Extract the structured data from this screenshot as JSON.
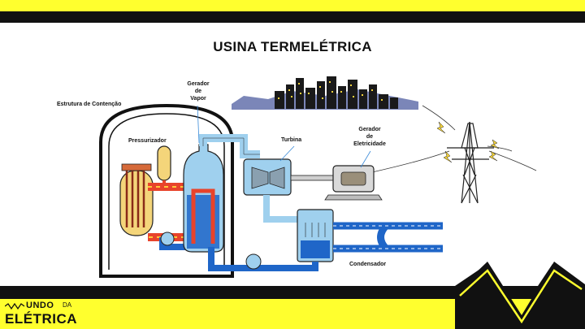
{
  "title": "USINA TERMELÉTRICA",
  "labels": {
    "containment": "Estrutura  de Contenção",
    "pressurizer": "Pressurizador",
    "steam_generator": [
      "Gerador",
      "de",
      "Vapor"
    ],
    "turbine": "Turbina",
    "generator": [
      "Gerador",
      "de",
      "Eletricidade"
    ],
    "condenser": "Condensador"
  },
  "logo": {
    "line1": "UNDO",
    "line1_small": "DA",
    "line2": "ELÉTRICA"
  },
  "colors": {
    "brand_yellow": "#ffff2e",
    "hot_loop": "#e8432b",
    "cool_loop": "#1f66c8",
    "equipment_blue": "#9fd0ee"
  }
}
